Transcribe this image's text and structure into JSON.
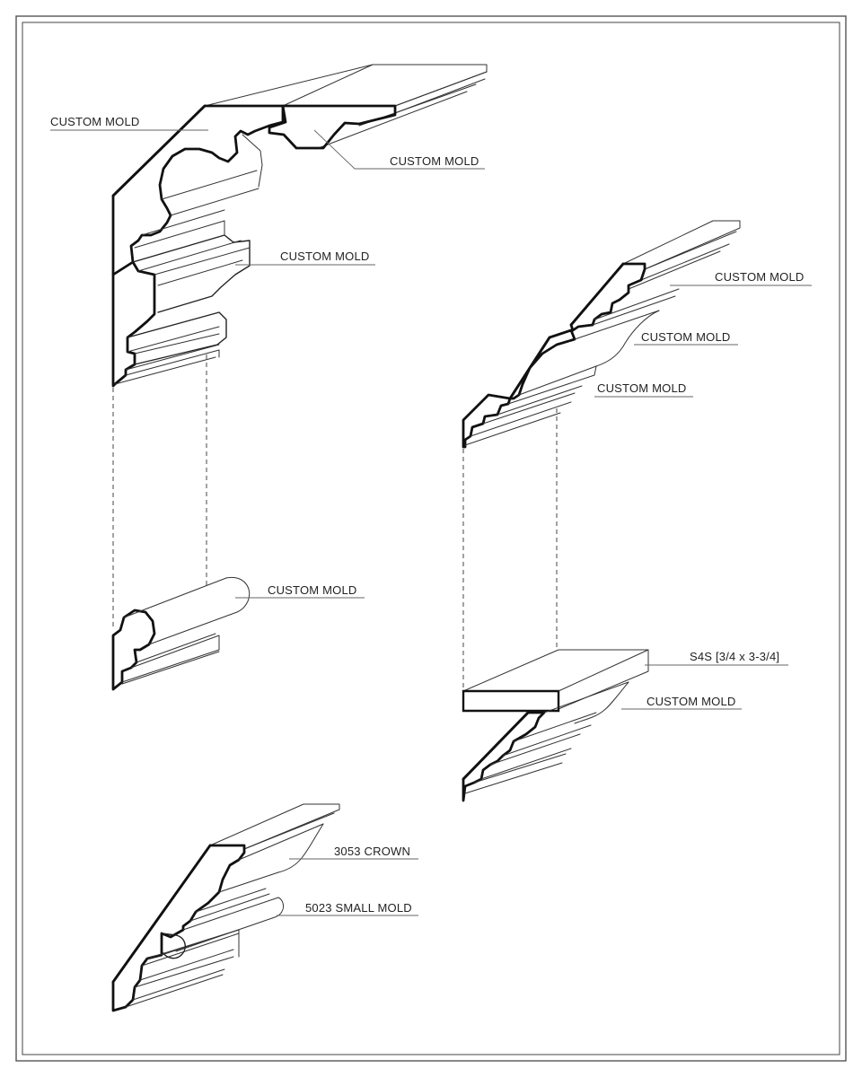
{
  "labels": {
    "top_left_custom_mold_a": "CUSTOM MOLD",
    "top_left_custom_mold_b": "CUSTOM MOLD",
    "top_left_custom_mold_c": "CUSTOM MOLD",
    "left_lower_custom_mold": "CUSTOM MOLD",
    "right_top_custom_mold_a": "CUSTOM MOLD",
    "right_top_custom_mold_b": "CUSTOM MOLD",
    "right_top_custom_mold_c": "CUSTOM MOLD",
    "right_lower_s4s": "S4S [3/4 x 3-3/4]",
    "right_lower_custom_mold": "CUSTOM MOLD",
    "bottom_crown": "3053 CROWN",
    "bottom_small_mold": "5023 SMALL MOLD"
  }
}
